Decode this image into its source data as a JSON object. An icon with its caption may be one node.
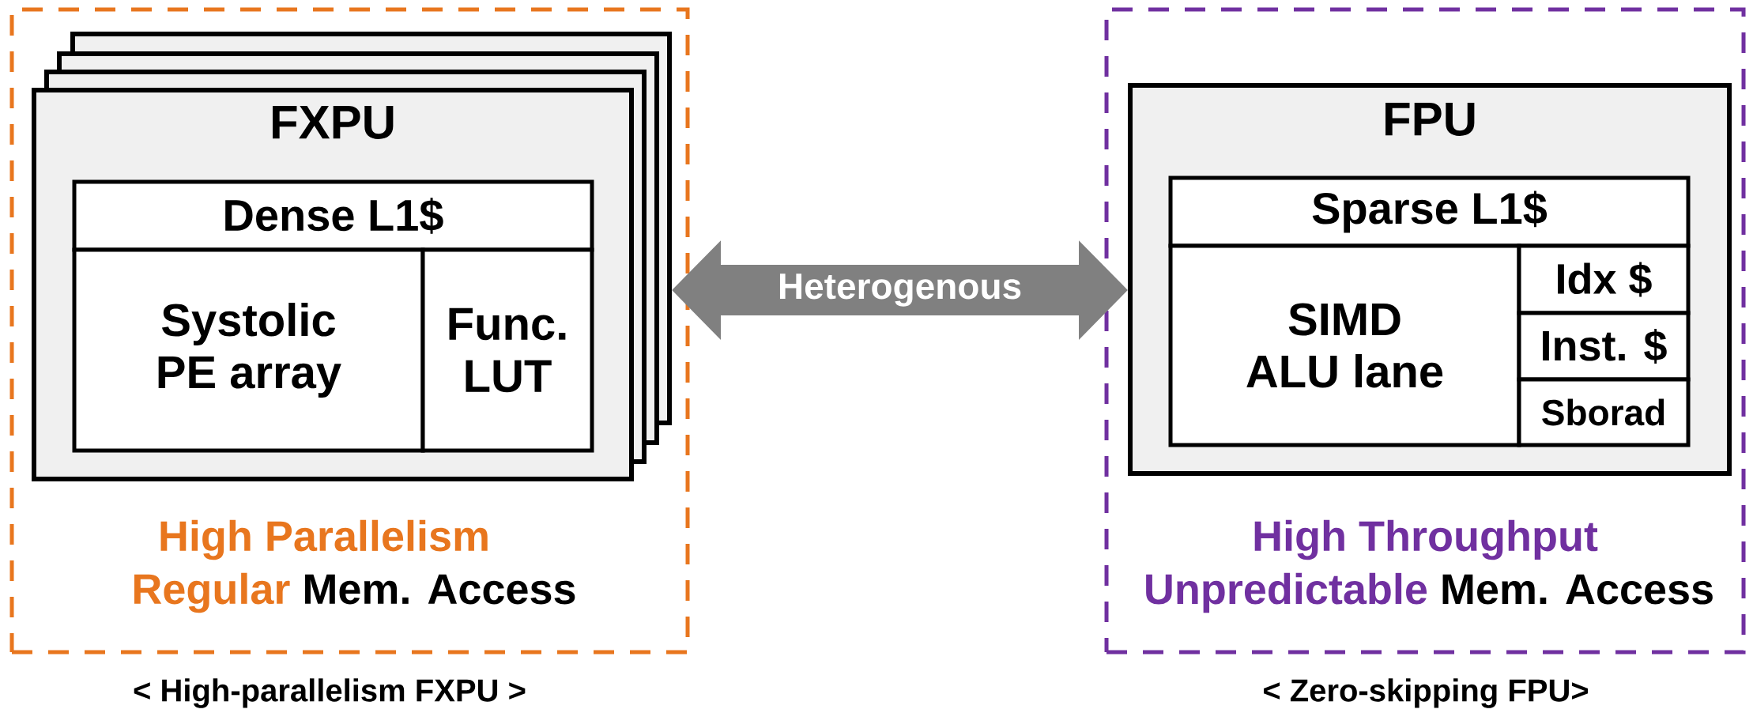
{
  "diagram": {
    "nodes": [
      {
        "text": [
          "High Parallelism",
          "Regular",
          "Mem. Access"
        ],
        "beside": [
          "< High-parallelism FXPU >"
        ]
      },
      {
        "text": [
          "FXPU"
        ],
        "in": 0
      },
      {
        "text": [
          "Dense L1$"
        ],
        "in": 1
      },
      {
        "text": [
          "Systolic PE array"
        ],
        "in": 1
      },
      {
        "text": [
          "Func. LUT"
        ],
        "in": 1
      },
      {
        "text": [
          "High Throughput",
          "Unpredictable",
          "Mem. Access"
        ],
        "beside": [
          "< Zero-skipping FPU>"
        ]
      },
      {
        "text": [
          "FPU"
        ],
        "in": 5
      },
      {
        "text": [
          "Sparse L1$"
        ],
        "in": 6
      },
      {
        "text": [
          "SIMD ALU lane"
        ],
        "in": 6
      },
      {
        "text": [
          "Idx $"
        ],
        "in": 6
      },
      {
        "text": [
          "Inst. $"
        ],
        "in": 6
      },
      {
        "text": [
          "Sborad"
        ],
        "in": 6
      }
    ],
    "edges": [
      {
        "from": 1,
        "to": 6,
        "arrow": "both",
        "label": "Heterogenous"
      }
    ]
  }
}
